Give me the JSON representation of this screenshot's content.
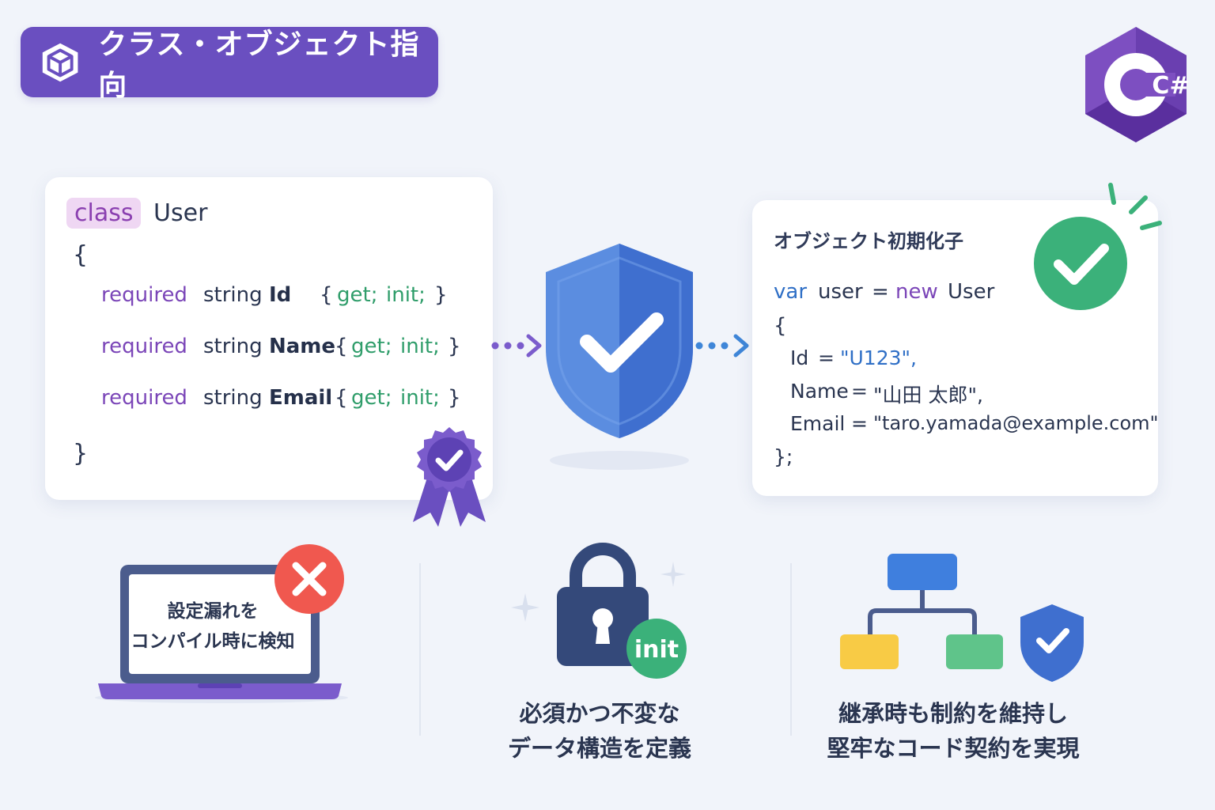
{
  "header": {
    "title": "クラス・オブジェクト指向",
    "cube_icon": "cube-icon",
    "logo_icon": "csharp-logo-icon",
    "logo_text": "C#"
  },
  "class_card": {
    "keyword": "class",
    "name": "User",
    "open_brace": "{",
    "close_brace": "}",
    "properties": [
      {
        "modifier": "required",
        "type": "string",
        "name": "Id",
        "lbrace": "{",
        "get": "get;",
        "init": "init;",
        "rbrace": "}"
      },
      {
        "modifier": "required",
        "type": "string",
        "name": "Name",
        "lbrace": "{",
        "get": "get;",
        "init": "init;",
        "rbrace": "}"
      },
      {
        "modifier": "required",
        "type": "string",
        "name": "Email",
        "lbrace": "{",
        "get": "get;",
        "init": "init;",
        "rbrace": "}"
      }
    ],
    "badge_icon": "award-ribbon-icon"
  },
  "center": {
    "shield_icon": "shield-check-icon"
  },
  "init_card": {
    "title": "オブジェクト初期化子",
    "var_kw": "var",
    "var_name": "user",
    "equals": "=",
    "new_kw": "new",
    "type_name": "User",
    "open_brace": "{",
    "assignments": [
      {
        "name": "Id",
        "eq": "=",
        "value": "\"U123\","
      },
      {
        "name": "Name",
        "eq": "=",
        "value": "\"山田 太郎\","
      },
      {
        "name": "Email",
        "eq": "=",
        "value": "\"taro.yamada@example.com\""
      }
    ],
    "close": "};",
    "check_icon": "check-circle-icon"
  },
  "features": [
    {
      "icon": "laptop-error-icon",
      "lines": [
        "設定漏れを",
        "コンパイル時に検知"
      ]
    },
    {
      "icon": "lock-icon",
      "badge": "init",
      "lines": [
        "必須かつ不変な",
        "データ構造を定義"
      ]
    },
    {
      "icon": "hierarchy-shield-icon",
      "lines": [
        "継承時も制約を維持し",
        "堅牢なコード契約を実現"
      ]
    }
  ],
  "colors": {
    "accent_purple": "#6a4fc0",
    "shield_blue": "#3f74cf",
    "success_green": "#3bb17a",
    "error_red": "#f0584f",
    "hierarchy_yellow": "#f8cb45",
    "hierarchy_green": "#5fc48a"
  }
}
